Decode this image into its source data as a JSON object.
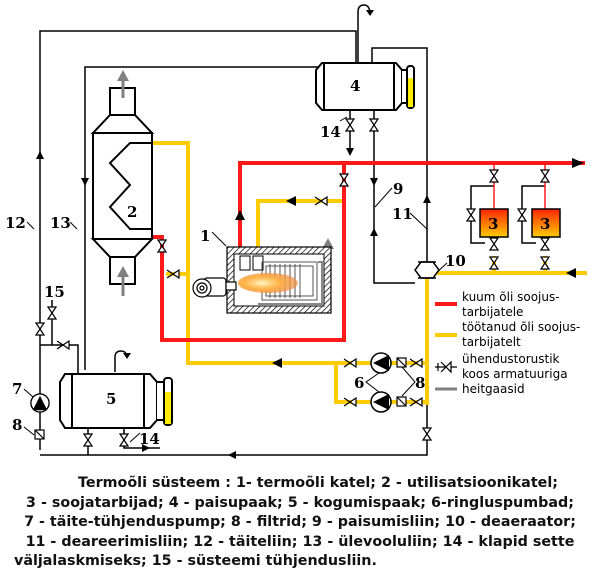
{
  "diagram": {
    "title": "Termoõli süsteem",
    "colors": {
      "hot_oil": "#ff1a1a",
      "return_oil": "#ffcc00",
      "pipe": "#000000",
      "exhaust": "#808080",
      "consumer_top": "#ff2200",
      "consumer_bottom": "#ffcc00",
      "sight_glass": "#ffee00"
    },
    "component_labels": {
      "boiler": "1",
      "waste_heat_boiler": "2",
      "consumer_a": "3",
      "consumer_b": "3",
      "expansion_tank": "4",
      "storage_tank": "5",
      "circulation_pumps": "6",
      "fill_drain_pump": "7",
      "filter_left": "8",
      "filters_right": "8",
      "expansion_line": "9",
      "deaerator": "10",
      "deaeration_line": "11",
      "fill_line": "12",
      "overflow_line": "13",
      "valve_tank4": "14",
      "valve_tank5": "14",
      "drain_line": "15"
    },
    "legend": [
      {
        "label_line1": "kuum õli soojus-",
        "label_line2": "tarbijatele",
        "symbol": "red-line"
      },
      {
        "label_line1": "töötanud õli soojus-",
        "label_line2": "tarbijatelt",
        "symbol": "yellow-line"
      },
      {
        "label_line1": "ühendustorustik",
        "label_line2": "koos armatuuriga",
        "symbol": "valve-pipe"
      },
      {
        "label_line1": "heitgaasid",
        "label_line2": "",
        "symbol": "gray-line"
      }
    ]
  },
  "caption": {
    "lines": [
      "Termoõli süsteem : 1- termoõli katel; 2 - utilisatsioonikatel;",
      "3 - soojatarbijad; 4 - paisupaak; 5 - kogumispaak; 6-ringluspumbad;",
      "7 - täite-tühjenduspump; 8 - filtrid; 9 - paisumisliin; 10 - deaeraator;",
      "11 - deareerimisliin; 12 - täiteliin; 13 - ülevooluliin; 14 - klapid sette",
      "väljalaskmiseks; 15 - süsteemi tühjendusliin."
    ]
  }
}
